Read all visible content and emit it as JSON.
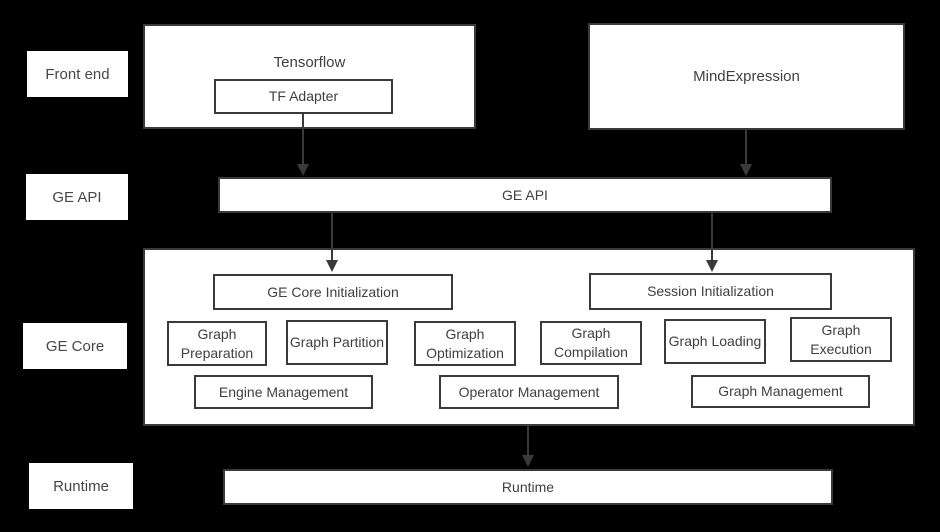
{
  "colors": {
    "background": "#000000",
    "box_fill": "#ffffff",
    "box_border": "#3a3a3a",
    "text": "#404040",
    "arrow": "#3a3a3a"
  },
  "side_labels": {
    "front_end": "Front end",
    "ge_api": "GE API",
    "ge_core": "GE Core",
    "runtime": "Runtime"
  },
  "front_end": {
    "tensorflow_label": "Tensorflow",
    "tf_adapter_label": "TF Adapter",
    "mindexpression_label": "MindExpression"
  },
  "ge_api": {
    "bar_label": "GE API"
  },
  "ge_core": {
    "init_label": "GE Core Initialization",
    "session_label": "Session Initialization",
    "modules": [
      "Graph Preparation",
      "Graph Partition",
      "Graph Optimization",
      "Graph Compilation",
      "Graph Loading",
      "Graph Execution"
    ],
    "management": [
      "Engine Management",
      "Operator Management",
      "Graph Management"
    ]
  },
  "runtime": {
    "bar_label": "Runtime"
  }
}
